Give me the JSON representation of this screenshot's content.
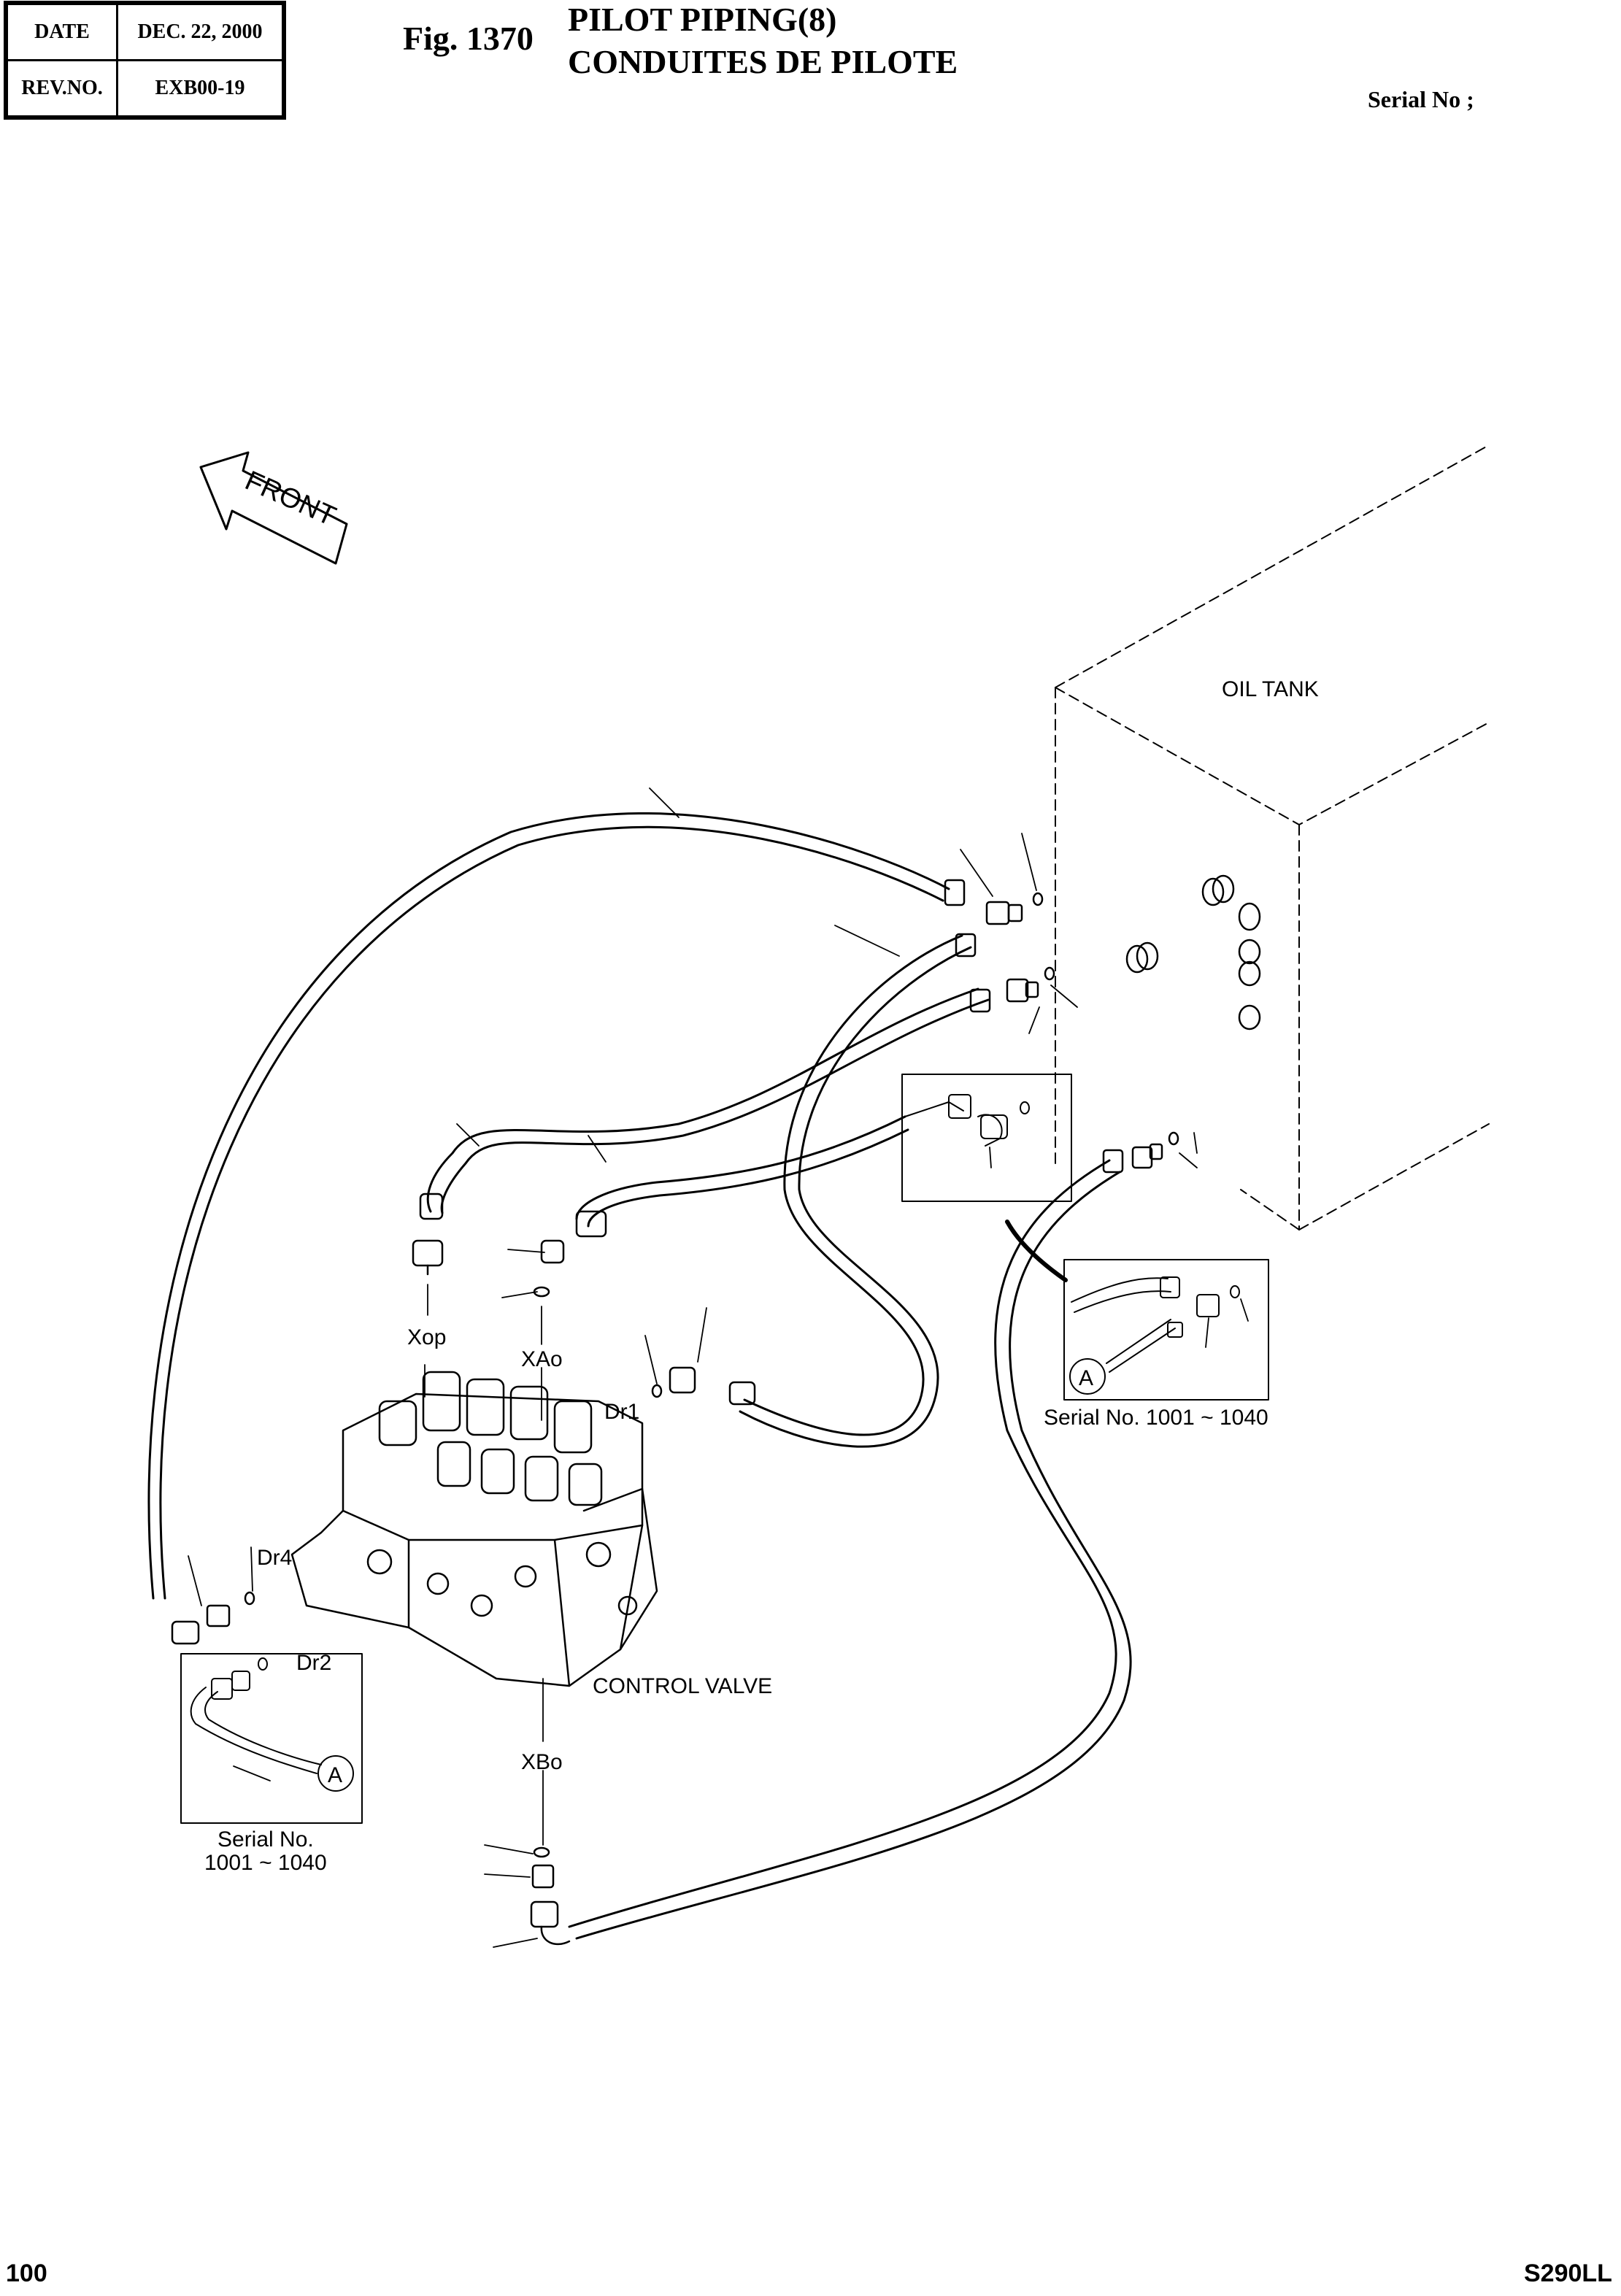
{
  "header": {
    "date_label": "DATE",
    "date_value": "DEC. 22, 2000",
    "rev_label": "REV.NO.",
    "rev_value": "EXB00-19"
  },
  "figure": {
    "number": "Fig. 1370",
    "title_en": "PILOT PIPING(8)",
    "title_fr": "CONDUITES DE PILOTE",
    "serial_label": "Serial No ;"
  },
  "diagram": {
    "front_label": "FRONT",
    "oil_tank_label": "OIL TANK",
    "control_valve_label": "CONTROL VALVE",
    "ports": {
      "xop": "Xop",
      "xao": "XAo",
      "dr1": "Dr1",
      "dr4": "Dr4",
      "dr2": "Dr2",
      "xbo": "XBo"
    },
    "detail_a_marker": "A",
    "detail_left_serial_line1": "Serial No.",
    "detail_left_serial_line2": "1001 ~ 1040",
    "detail_right_serial": "Serial No. 1001 ~ 1040"
  },
  "footer": {
    "page_number": "100",
    "model": "S290LL"
  }
}
